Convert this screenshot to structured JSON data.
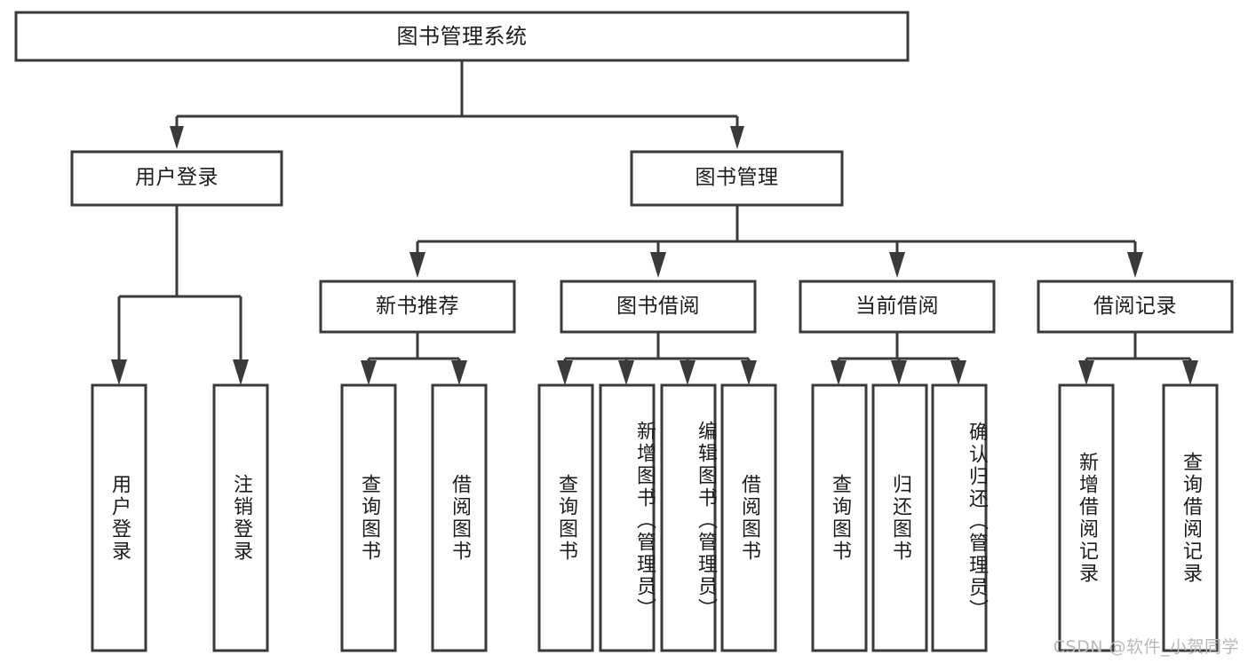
{
  "diagram": {
    "type": "tree-hierarchy",
    "title": "图书管理系统",
    "orientation": "top-down",
    "colors": {
      "box_stroke": "#3a3a3a",
      "box_fill": "#ffffff",
      "connector": "#3a3a3a",
      "text": "#1c1c1c",
      "watermark": "#b9b9b9",
      "background": "#ffffff"
    },
    "root": {
      "label": "图书管理系统"
    },
    "level2": [
      {
        "label": "用户登录"
      },
      {
        "label": "图书管理"
      }
    ],
    "level3": [
      {
        "label": "新书推荐"
      },
      {
        "label": "图书借阅"
      },
      {
        "label": "当前借阅"
      },
      {
        "label": "借阅记录"
      }
    ],
    "leaves": {
      "user_login": [
        {
          "label": "用户登录"
        },
        {
          "label": "注销登录"
        }
      ],
      "new_book_recommend": [
        {
          "label": "查询图书"
        },
        {
          "label": "借阅图书"
        }
      ],
      "book_borrow": [
        {
          "label": "查询图书"
        },
        {
          "label": "新增图书（管理员）"
        },
        {
          "label": "编辑图书（管理员）"
        },
        {
          "label": "借阅图书"
        }
      ],
      "current_borrow": [
        {
          "label": "查询图书"
        },
        {
          "label": "归还图书"
        },
        {
          "label": "确认归还（管理员）"
        }
      ],
      "borrow_records": [
        {
          "label": "新增借阅记录"
        },
        {
          "label": "查询借阅记录"
        }
      ]
    },
    "watermark": "CSDN @软件_小贺同学"
  }
}
